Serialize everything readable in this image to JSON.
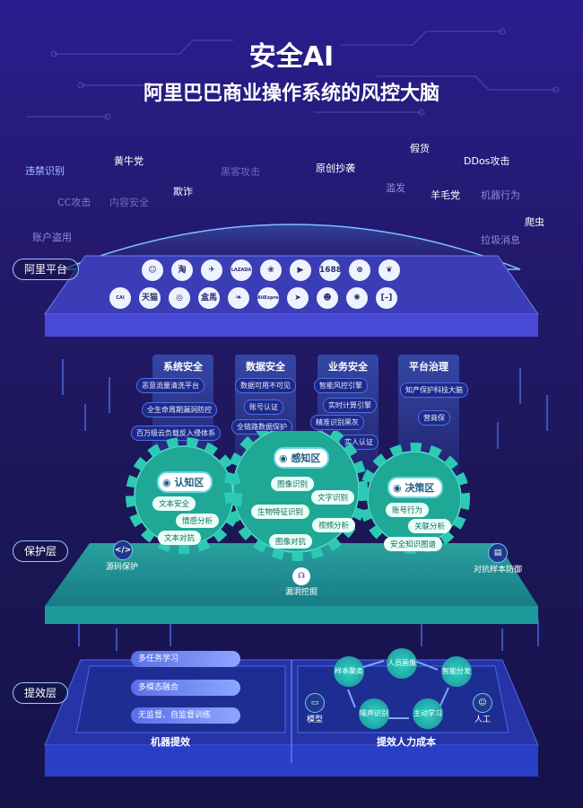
{
  "header": {
    "title": "安全AI",
    "subtitle": "阿里巴巴商业操作系统的风控大脑"
  },
  "threats": [
    {
      "text": "违禁识别",
      "color": "#9ec0ff"
    },
    {
      "text": "黄牛党",
      "color": "#ffffff"
    },
    {
      "text": "黑客攻击",
      "color": "#6d6ab8"
    },
    {
      "text": "原创抄袭",
      "color": "#ffffff"
    },
    {
      "text": "假货",
      "color": "#ffffff"
    },
    {
      "text": "DDos攻击",
      "color": "#ffffff"
    },
    {
      "text": "CC攻击",
      "color": "#7e7cc6"
    },
    {
      "text": "内容安全",
      "color": "#6d6ab8"
    },
    {
      "text": "欺诈",
      "color": "#ffffff"
    },
    {
      "text": "滥发",
      "color": "#8f8ad6"
    },
    {
      "text": "羊毛党",
      "color": "#ffffff"
    },
    {
      "text": "机器行为",
      "color": "#8f8ad6"
    },
    {
      "text": "爬虫",
      "color": "#ffffff"
    },
    {
      "text": "账户盗用",
      "color": "#8f8ad6"
    },
    {
      "text": "拉圾消息",
      "color": "#8f8ad6"
    }
  ],
  "layers": {
    "platform": "阿里平台",
    "protect": "保护层",
    "efficiency": "提效层"
  },
  "platform_icons": {
    "row1": [
      {
        "icon": "face-icon",
        "text": "☺"
      },
      {
        "icon": "taobao-icon",
        "text": "淘"
      },
      {
        "icon": "feizhu-icon",
        "text": "✈"
      },
      {
        "icon": "lazada-icon",
        "text": "LAZADA"
      },
      {
        "icon": "monkey-icon",
        "text": "❀"
      },
      {
        "icon": "youku-icon",
        "text": "▶"
      },
      {
        "icon": "1688-icon",
        "text": "1688"
      },
      {
        "icon": "alipay-icon",
        "text": "⊕"
      },
      {
        "icon": "uc-icon",
        "text": "❦"
      }
    ],
    "row2": [
      {
        "icon": "cainiao-icon",
        "text": "CAI NIAO"
      },
      {
        "icon": "tmall-icon",
        "text": "天猫"
      },
      {
        "icon": "eleme-icon",
        "text": "◎"
      },
      {
        "icon": "hema-icon",
        "text": "盒馬"
      },
      {
        "icon": "koubei-icon",
        "text": "❧"
      },
      {
        "icon": "aliexpress-icon",
        "text": "AliExpress"
      },
      {
        "icon": "dingtalk-icon",
        "text": "➤"
      },
      {
        "icon": "xianyu-icon",
        "text": "☻"
      },
      {
        "icon": "alicloud-icon",
        "text": "✺"
      },
      {
        "icon": "aliyun-icon",
        "text": "[–]"
      }
    ]
  },
  "pillars": [
    {
      "title": "系统安全",
      "items": [
        "恶意流量清洗平台",
        "全生命周期漏洞防控",
        "百万级云负载反入侵体系"
      ]
    },
    {
      "title": "数据安全",
      "items": [
        "数据可用不可见",
        "账号认证",
        "全链路数据保护"
      ]
    },
    {
      "title": "业务安全",
      "items": [
        "智能风控引擎",
        "实时计算引擎",
        "精准识别黑灰",
        "实人认证"
      ]
    },
    {
      "title": "平台治理",
      "items": [
        "知产保护科技大脑",
        "营商保"
      ]
    }
  ],
  "gears": {
    "cognition": {
      "title": "认知区",
      "items": [
        "文本安全",
        "情感分析",
        "文本对抗"
      ]
    },
    "perception": {
      "title": "感知区",
      "items": [
        "图像识别",
        "文字识别",
        "生物特征识别",
        "视频分析",
        "图像对抗"
      ]
    },
    "decision": {
      "title": "决策区",
      "items": [
        "账号行为",
        "关联分析",
        "安全知识图谱"
      ]
    }
  },
  "protect_features": {
    "source_protect": "源码保护",
    "vuln_mining": "漏洞挖掘",
    "adversarial_defense": "对抗样本防御"
  },
  "machine": {
    "title": "机器提效",
    "items": [
      "多任务学习",
      "多模态融合",
      "无监督、自监督训练"
    ]
  },
  "human": {
    "title": "提效人力成本",
    "nodes": [
      "样本聚类",
      "人员画像",
      "智能分发",
      "噪声识别",
      "主动学习"
    ],
    "model": "模型",
    "worker": "人工"
  },
  "colors": {
    "accent": "#2fd2c0",
    "platform": "#3b3fb8",
    "protect": "#1fb9a8"
  }
}
